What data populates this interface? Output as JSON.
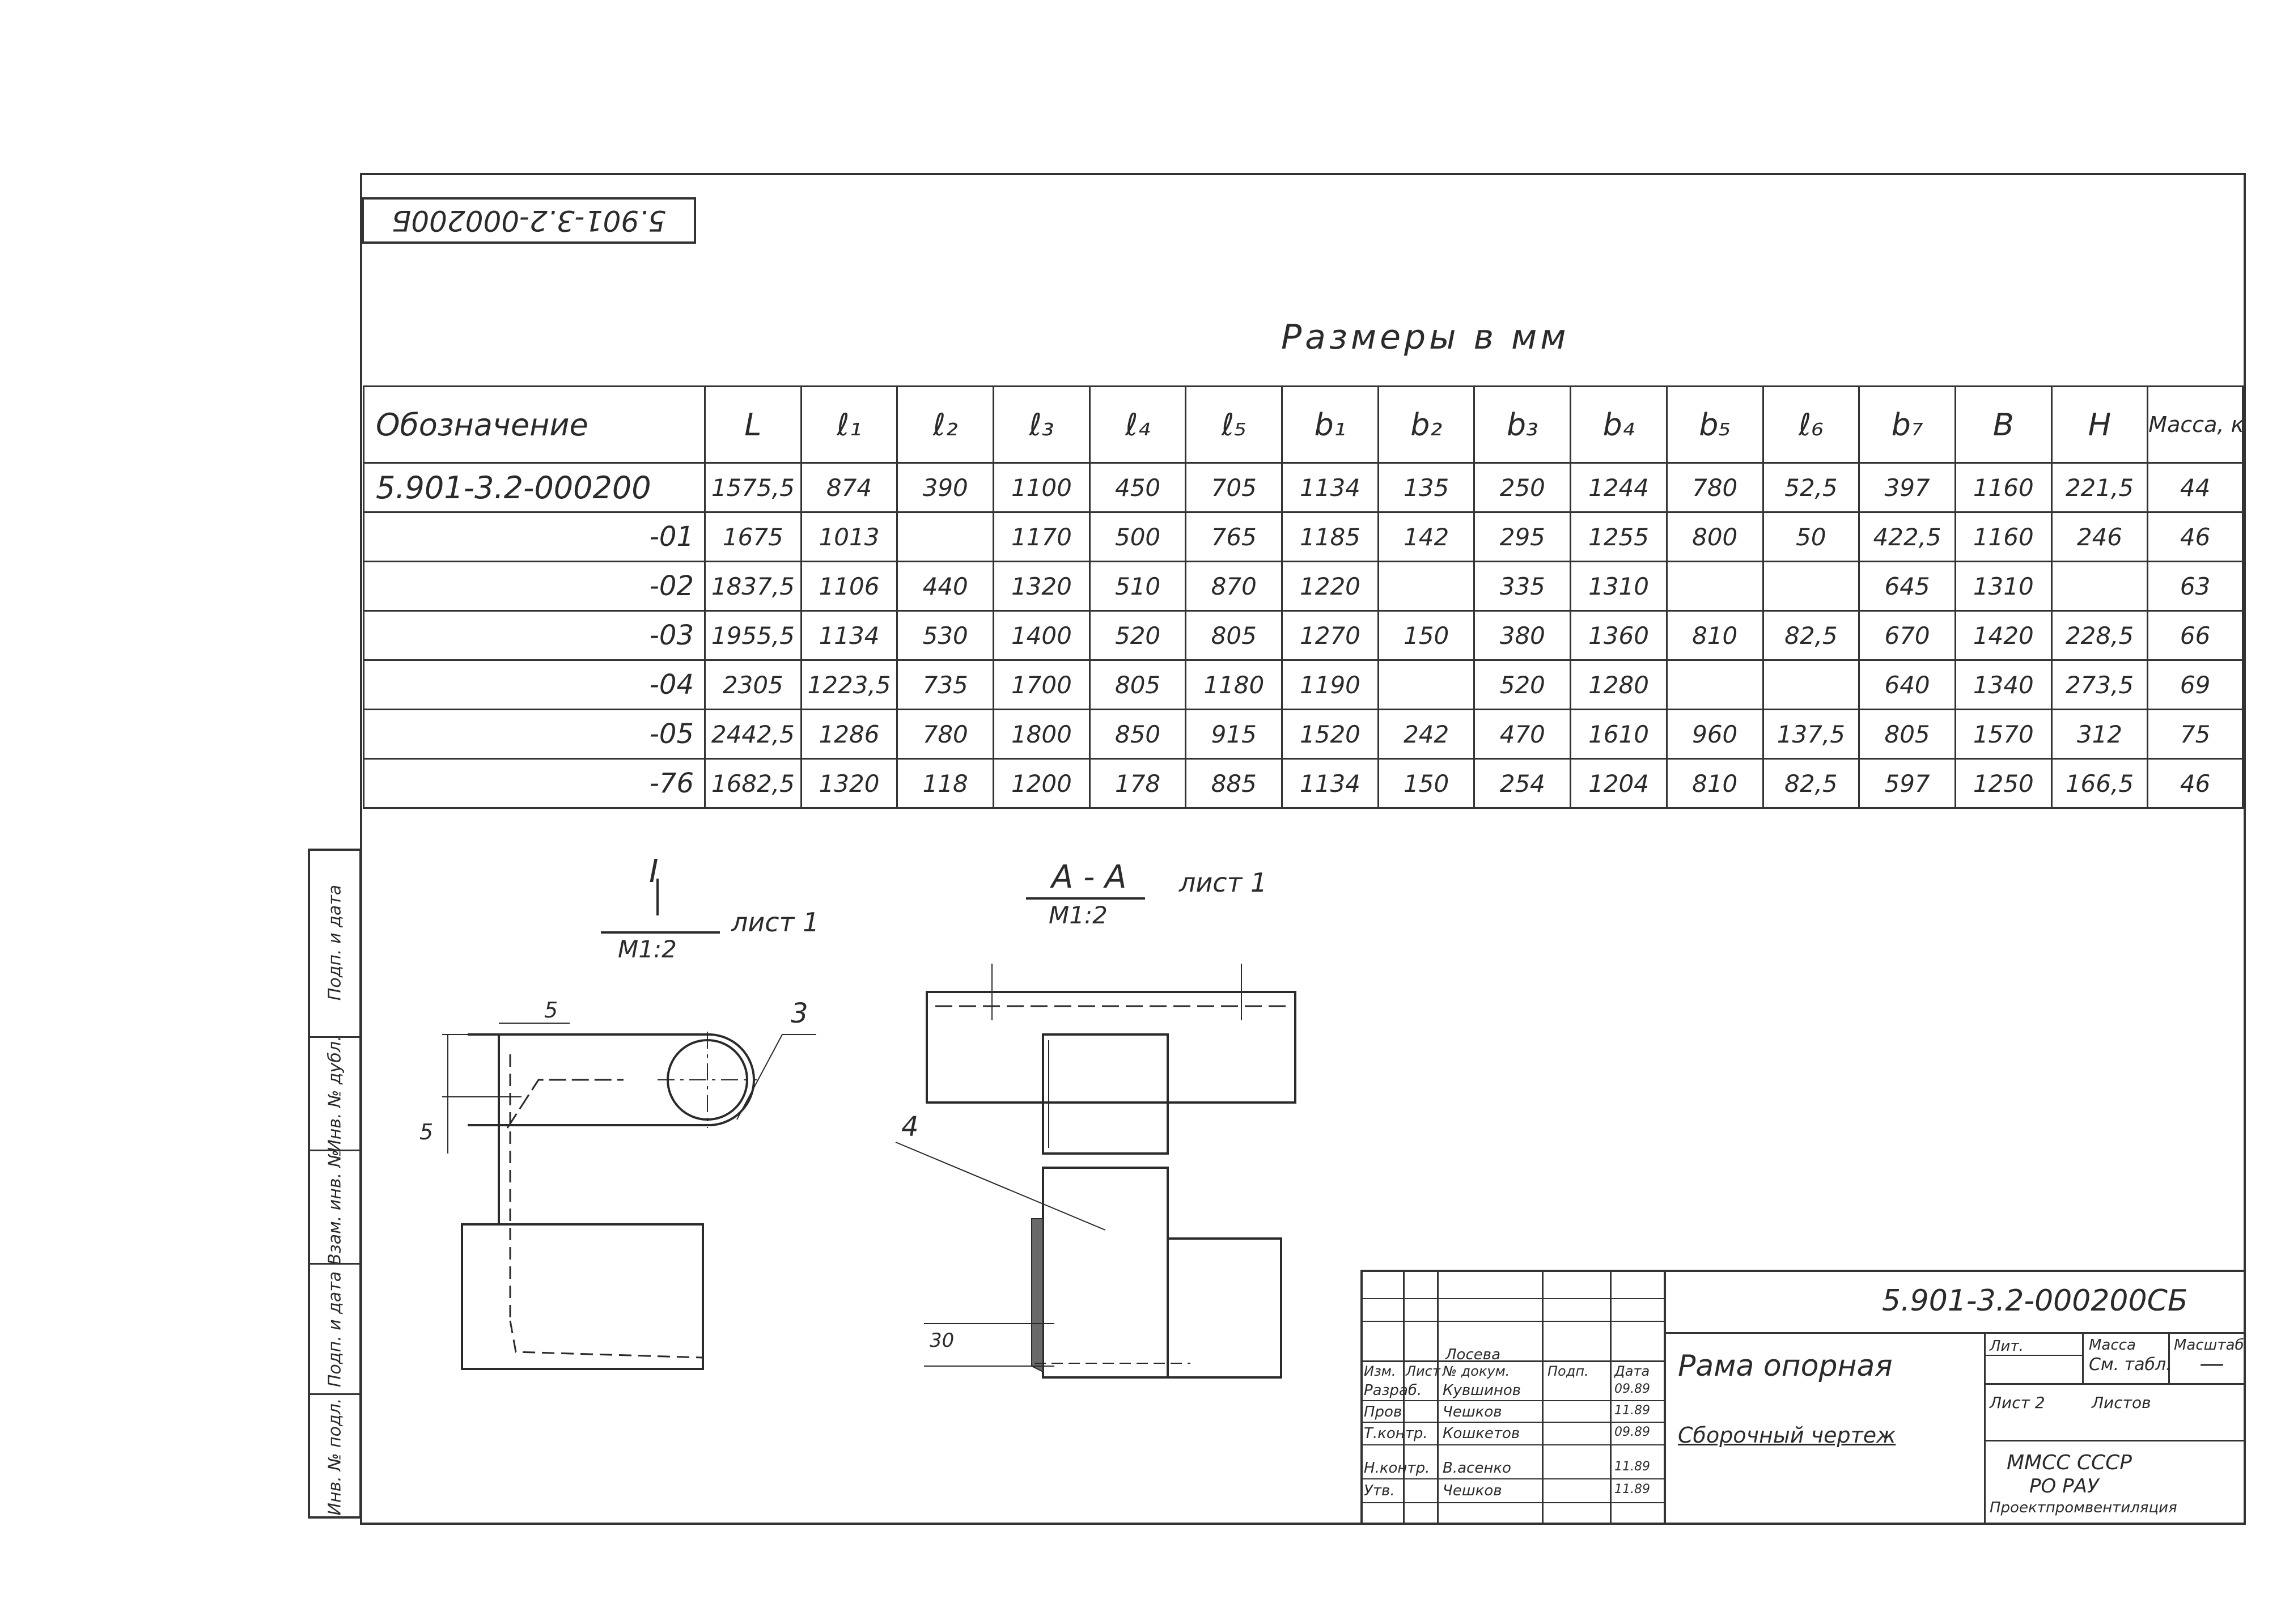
{
  "document": {
    "designation_stamp": "5.901-3.2-000200Б",
    "dimensions_title": "Размеры в мм",
    "table": {
      "headers": [
        "Обозначение",
        "L",
        "ℓ₁",
        "ℓ₂",
        "ℓ₃",
        "ℓ₄",
        "ℓ₅",
        "b₁",
        "b₂",
        "b₃",
        "b₄",
        "b₅",
        "ℓ₆",
        "b₇",
        "B",
        "H",
        "Масса, кг"
      ],
      "rows": [
        [
          "5.901-3.2-000200",
          "1575,5",
          "874",
          "390",
          "1100",
          "450",
          "705",
          "1134",
          "135",
          "250",
          "1244",
          "780",
          "52,5",
          "397",
          "1160",
          "221,5",
          "44"
        ],
        [
          "-01",
          "1675",
          "1013",
          "",
          "1170",
          "500",
          "765",
          "1185",
          "142",
          "295",
          "1255",
          "800",
          "50",
          "422,5",
          "1160",
          "246",
          "46"
        ],
        [
          "-02",
          "1837,5",
          "1106",
          "440",
          "1320",
          "510",
          "870",
          "1220",
          "",
          "335",
          "1310",
          "",
          "",
          "645",
          "1310",
          "",
          "63"
        ],
        [
          "-03",
          "1955,5",
          "1134",
          "530",
          "1400",
          "520",
          "805",
          "1270",
          "150",
          "380",
          "1360",
          "810",
          "82,5",
          "670",
          "1420",
          "228,5",
          "66"
        ],
        [
          "-04",
          "2305",
          "1223,5",
          "735",
          "1700",
          "805",
          "1180",
          "1190",
          "",
          "520",
          "1280",
          "",
          "",
          "640",
          "1340",
          "273,5",
          "69"
        ],
        [
          "-05",
          "2442,5",
          "1286",
          "780",
          "1800",
          "850",
          "915",
          "1520",
          "242",
          "470",
          "1610",
          "960",
          "137,5",
          "805",
          "1570",
          "312",
          "75"
        ],
        [
          "-76",
          "1682,5",
          "1320",
          "118",
          "1200",
          "178",
          "885",
          "1134",
          "150",
          "254",
          "1204",
          "810",
          "82,5",
          "597",
          "1250",
          "166,5",
          "46"
        ]
      ]
    },
    "detail_view": {
      "label": "I",
      "scale": "M1:2",
      "sheet_ref": "лист 1",
      "dim_top": "5",
      "dim_left": "5",
      "callout": "3"
    },
    "section_view": {
      "label": "А - А",
      "scale": "M1:2",
      "sheet_ref": "лист 1",
      "callout": "4",
      "dim": "30"
    },
    "approvals": [
      "Инв. № подл.",
      "Подп. и дата",
      "Взам. инв. №",
      "Инв. № дубл.",
      "Подп. и дата"
    ],
    "title_block": {
      "code": "5.901-3.2-000200СБ",
      "name": "Рама опорная",
      "doc_type": "Сборочный чертеж",
      "col_lit": "Лит.",
      "col_mass": "Масса",
      "col_scale": "Масштаб",
      "mass_value": "См. табл.",
      "scale_value": "—",
      "sheet_label": "Лист 2",
      "sheets_label": "Листов",
      "org_line1": "ММСС СССР",
      "org_line2": "РО РАУ",
      "org_line3": "Проектпромвентиляция",
      "hdr_izm": "Изм.",
      "hdr_list": "Лист",
      "hdr_doc": "№ докум.",
      "hdr_sign": "Подп.",
      "hdr_date": "Дата",
      "staff": [
        {
          "role": "Разраб.",
          "name": "Кувшинов",
          "date": "09.89"
        },
        {
          "role": "Пров.",
          "name": "Чешков",
          "date": "11.89"
        },
        {
          "role": "Т.контр.",
          "name": "Кошкетов",
          "date": "09.89"
        },
        {
          "role": "Н.контр.",
          "name": "В.асенко",
          "date": "11.89"
        },
        {
          "role": "Утв.",
          "name": "Чешков",
          "date": "11.89"
        }
      ],
      "top_signatory": "Лосева"
    }
  }
}
